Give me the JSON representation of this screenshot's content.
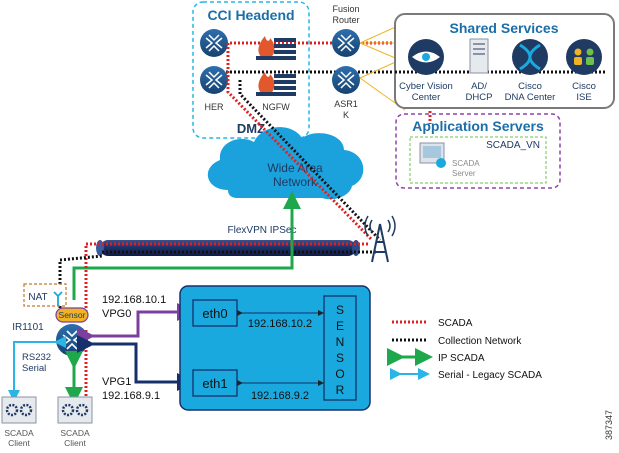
{
  "colors": {
    "cisco_blue": "#1b6fa8",
    "dark_navy": "#1f3b63",
    "teal_box": "#1aa9de",
    "cloud": "#1ba1dc",
    "scada_red": "#e02020",
    "ip_green": "#1fa84b",
    "serial_cyan": "#29b6e6",
    "vpg0_purple": "#7b3fa0",
    "vpg1_navy": "#15306b",
    "app_purple": "#8e44ad",
    "nat_orange": "#c07a2c",
    "firewall_red": "#e2572b"
  },
  "headend": {
    "title": "CCI Headend",
    "zone": "DMZ",
    "her_label": "HER",
    "ngfw_label": "NGFW",
    "fusion_label_1": "Fusion",
    "fusion_label_2": "Router",
    "asr_label_1": "ASR1",
    "asr_label_2": "K"
  },
  "shared_services": {
    "title": "Shared Services",
    "items": [
      {
        "line1": "Cyber Vision",
        "line2": "Center",
        "icon": "eye-icon"
      },
      {
        "line1": "AD/",
        "line2": "DHCP",
        "icon": "server-icon"
      },
      {
        "line1": "Cisco",
        "line2": "DNA Center",
        "icon": "dna-icon"
      },
      {
        "line1": "Cisco",
        "line2": "ISE",
        "icon": "ise-icon"
      }
    ]
  },
  "app_servers": {
    "title": "Application Servers",
    "vn": "SCADA_VN",
    "server_line1": "SCADA",
    "server_line2": "Server"
  },
  "wan": {
    "line1": "Wide Area",
    "line2": "Network"
  },
  "flexvpn": "FlexVPN IPSec",
  "router": {
    "label": "IR1101",
    "nat": "NAT",
    "sensor_badge": "Sensor",
    "rs232": "RS232",
    "serial": "Serial"
  },
  "vpg0": {
    "ip": "192.168.10.1",
    "label": "VPG0"
  },
  "vpg1": {
    "label": "VPG1",
    "ip": "192.168.9.1"
  },
  "sensor_box": {
    "eth0": "eth0",
    "eth1": "eth1",
    "eth0_ip": "192.168.10.2",
    "eth1_ip": "192.168.9.2",
    "sensor_letters": [
      "S",
      "E",
      "N",
      "S",
      "O",
      "R"
    ]
  },
  "clients": [
    {
      "line1": "SCADA",
      "line2": "Client"
    },
    {
      "line1": "SCADA",
      "line2": "Client"
    }
  ],
  "legend": [
    {
      "label": "SCADA"
    },
    {
      "label": "Collection Network"
    },
    {
      "label": "IP SCADA"
    },
    {
      "label": "Serial - Legacy SCADA"
    }
  ],
  "figure_id": "387347"
}
